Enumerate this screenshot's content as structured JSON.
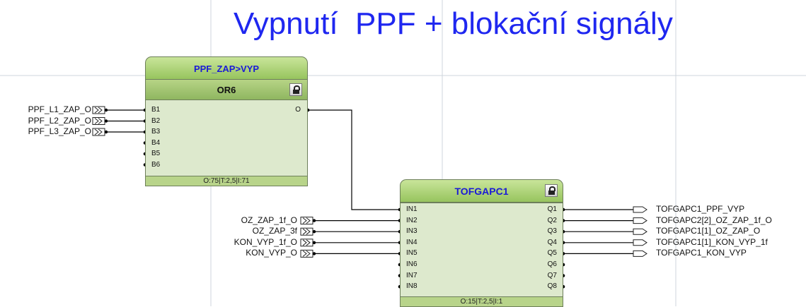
{
  "title": "Vypnutí  PPF + blokační signály",
  "colors": {
    "title": "#1f27f0",
    "block_name": "#1a1ad6",
    "block_body": "#dde9cd",
    "block_header": "#a8d06d",
    "wire": "#000000",
    "grid": "#cfd6dc"
  },
  "block_or": {
    "header": "PPF_ZAP>VYP",
    "type": "OR6",
    "lock_icon": "lock-icon",
    "inputs": [
      "B1",
      "B2",
      "B3",
      "B4",
      "B5",
      "B6"
    ],
    "outputs": [
      "O"
    ],
    "footer": "O:75|T:2,5|I:71"
  },
  "block_tof": {
    "header": "TOFGAPC1",
    "lock_icon": "lock-icon",
    "inputs": [
      "IN1",
      "IN2",
      "IN3",
      "IN4",
      "IN5",
      "IN6",
      "IN7",
      "IN8"
    ],
    "outputs": [
      "Q1",
      "Q2",
      "Q3",
      "Q4",
      "Q5",
      "Q6",
      "Q7",
      "Q8"
    ],
    "footer": "O:15|T:2,5|I:1"
  },
  "or_input_signals": [
    "PPF_L1_ZAP_O",
    "PPF_L2_ZAP_O",
    "PPF_L3_ZAP_O"
  ],
  "tof_input_signals": [
    "OZ_ZAP_1f_O",
    "OZ_ZAP_3f",
    "KON_VYP_1f_O",
    "KON_VYP_O"
  ],
  "tof_output_signals": [
    "TOFGAPC1_PPF_VYP",
    "TOFGAPC2[2]_OZ_ZAP_1f_O",
    "TOFGAPC1[1]_OZ_ZAP_O",
    "TOFGAPC1[1]_KON_VYP_1f",
    "TOFGAPC1_KON_VYP"
  ]
}
